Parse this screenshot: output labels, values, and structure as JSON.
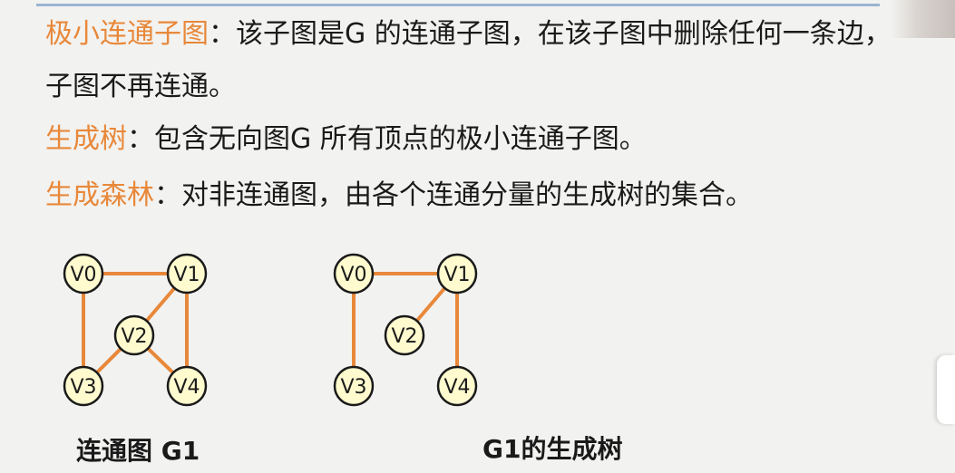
{
  "definitions": [
    {
      "term": "极小连通子图",
      "sep": "：",
      "text": "该子图是G 的连通子图，在该子图中删除任何一条边，"
    },
    {
      "term": "",
      "sep": "",
      "text": "子图不再连通。"
    },
    {
      "term": "生成树",
      "sep": "：",
      "text": "包含无向图G 所有顶点的极小连通子图。"
    },
    {
      "term": "生成森林",
      "sep": "：",
      "text": "对非连通图，由各个连通分量的生成树的集合。"
    }
  ],
  "graphs": [
    {
      "caption": "连通图 G1",
      "nodes": [
        {
          "id": "V0",
          "label": "V0"
        },
        {
          "id": "V1",
          "label": "V1"
        },
        {
          "id": "V2",
          "label": "V2"
        },
        {
          "id": "V3",
          "label": "V3"
        },
        {
          "id": "V4",
          "label": "V4"
        }
      ],
      "edges": [
        [
          "V0",
          "V1"
        ],
        [
          "V0",
          "V3"
        ],
        [
          "V1",
          "V2"
        ],
        [
          "V1",
          "V4"
        ],
        [
          "V2",
          "V3"
        ],
        [
          "V2",
          "V4"
        ]
      ]
    },
    {
      "caption": "G1的生成树",
      "nodes": [
        {
          "id": "V0",
          "label": "V0"
        },
        {
          "id": "V1",
          "label": "V1"
        },
        {
          "id": "V2",
          "label": "V2"
        },
        {
          "id": "V3",
          "label": "V3"
        },
        {
          "id": "V4",
          "label": "V4"
        }
      ],
      "edges": [
        [
          "V0",
          "V1"
        ],
        [
          "V0",
          "V3"
        ],
        [
          "V1",
          "V2"
        ],
        [
          "V1",
          "V4"
        ]
      ]
    }
  ],
  "colors": {
    "term": "#e8883a",
    "edge": "#e8883a",
    "node_fill": "#fffbcf",
    "node_stroke": "#1a1a1a"
  }
}
